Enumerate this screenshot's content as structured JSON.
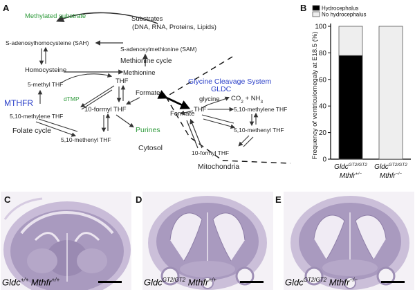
{
  "panels": {
    "a": "A",
    "b": "B",
    "c": "C",
    "d": "D",
    "e": "E"
  },
  "pathway": {
    "methylated_substrate": "Methylated substrate",
    "substrates": "Substrates",
    "substrates_detail": "(DNA, RNA, Proteins, Lipids)",
    "sah": "S-adenosylhomocysteine (SAH)",
    "sam": "S-adenosylmethionine (SAM)",
    "methionine_cycle": "Methionine cycle",
    "homocysteine": "Homocysteine",
    "methionine": "Methionine",
    "methyl_thf": "5-methyl THF",
    "thf": "THF",
    "formate": "Formate",
    "mthfr": "MTHFR",
    "dtmp": "dTMP",
    "methylene_thf": "5,10-methylene THF",
    "formyl_thf": "10-formyl THF",
    "folate_cycle": "Folate cycle",
    "purines": "Purines",
    "methenyl_thf": "5,10-methenyl THF",
    "cytosol": "Cytosol",
    "gcs": "Glycine Cleavage System",
    "gldc": "GLDC",
    "glycine": "glycine",
    "co2": "CO",
    "co2_sub": "2",
    "nh3": " + NH",
    "nh3_sub": "3",
    "mito_formate": "Formate",
    "mito_thf": "THF",
    "mito_methylene": "5,10-methylene THF",
    "mito_methenyl": "5,10-methenyl THF",
    "mito_formyl": "10-formyl THF",
    "mitochondria": "Mitochondria"
  },
  "chart_data": {
    "type": "bar",
    "stacked": true,
    "ylabel": "Frequency of ventriculomegaly at E18.5 (%)",
    "ylim": [
      0,
      100
    ],
    "yticks": [
      0,
      20,
      40,
      60,
      80,
      100
    ],
    "legend_position": "top",
    "categories": [
      {
        "gene": "Gldc",
        "gene_sup": "GT2/GT2",
        "gene2": "Mthfr",
        "gene2_sup": "+/−"
      },
      {
        "gene": "Gldc",
        "gene_sup": "GT2/GT2",
        "gene2": "Mthfr",
        "gene2_sup": "−/−"
      }
    ],
    "series": [
      {
        "name": "Hydrocephalus",
        "color": "#000000",
        "values": [
          78,
          0
        ]
      },
      {
        "name": "No hydrocephalus",
        "color": "#eeeeee",
        "values": [
          22,
          100
        ]
      }
    ]
  },
  "photos": [
    {
      "g": "Gldc",
      "gs": "+/+",
      "m": " Mthfr",
      "ms": "+/+"
    },
    {
      "g": "Gldc",
      "gs": "GT2/GT2",
      "m": " Mthfr",
      "ms": "+/+"
    },
    {
      "g": "Gldc",
      "gs": "GT2/GT2",
      "m": " Mthfr",
      "ms": "−/−"
    }
  ],
  "colors": {
    "green": "#2e9a3b",
    "blue": "#2a3fc8",
    "tissue": "#a99abf"
  }
}
